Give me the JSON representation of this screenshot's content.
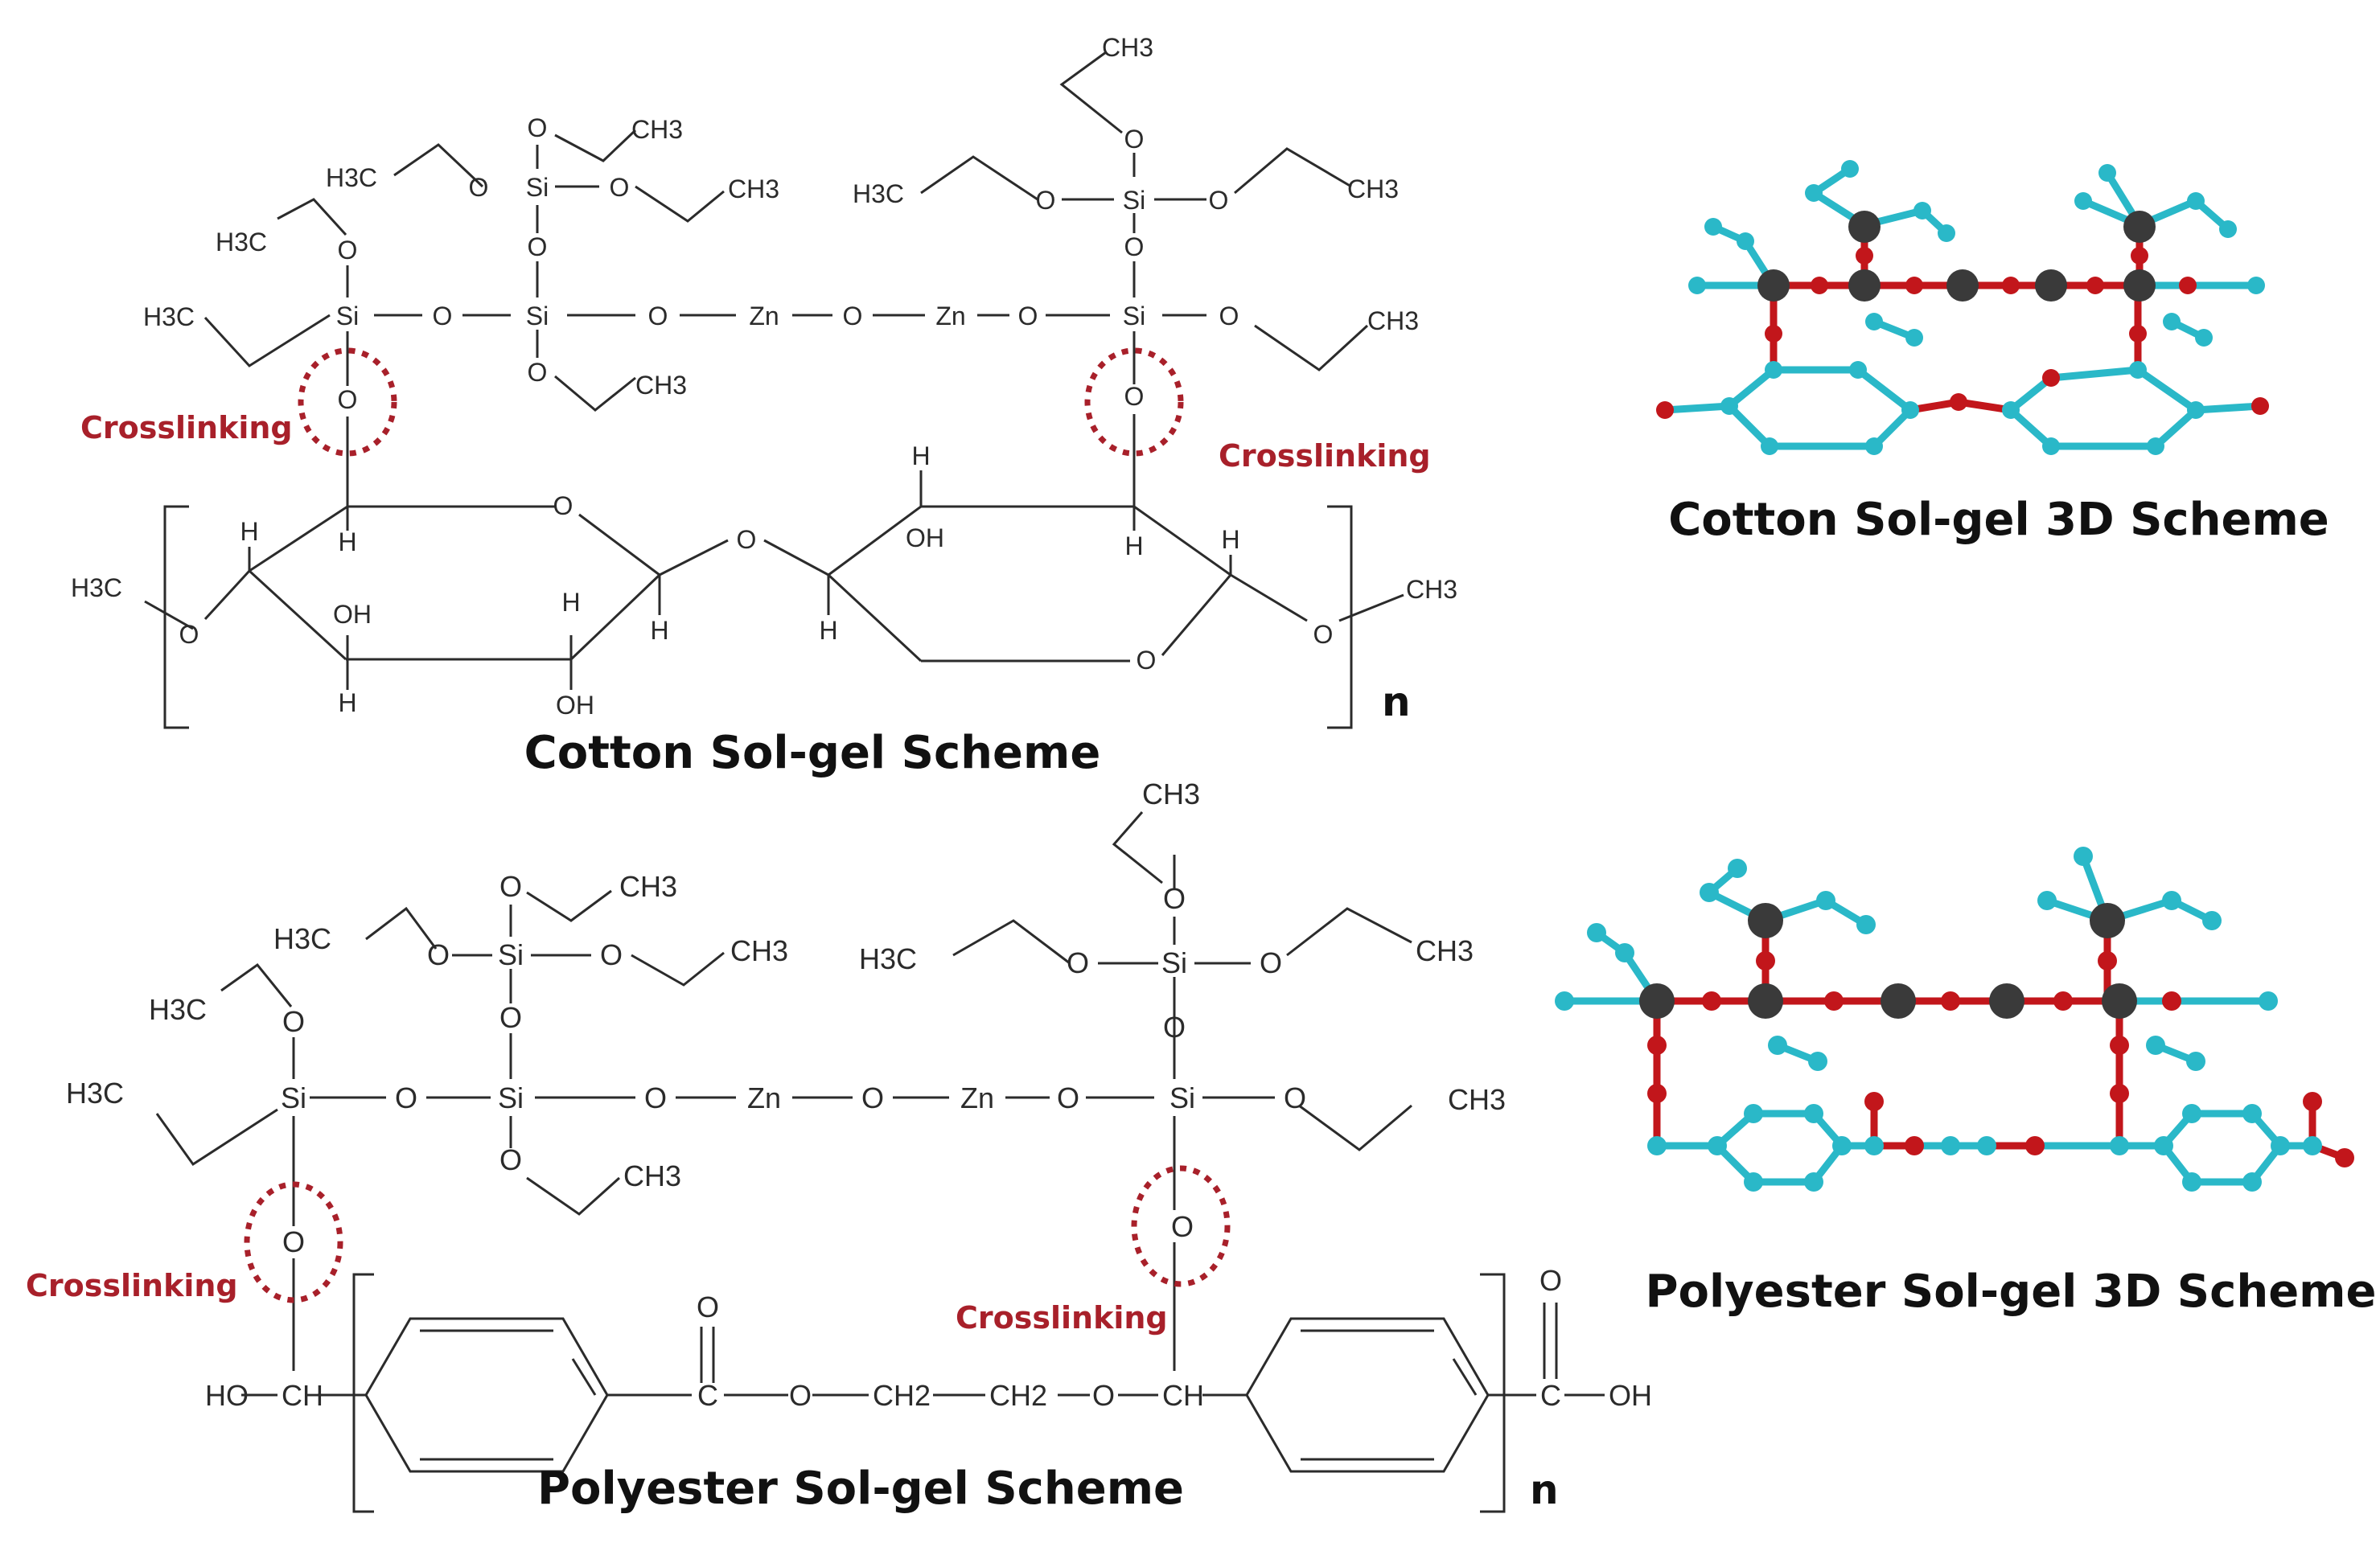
{
  "captions": {
    "cotton_2d": "Cotton Sol-gel Scheme",
    "cotton_3d": "Cotton Sol-gel  3D Scheme",
    "poly_2d": "Polyester Sol-gel Scheme",
    "poly_3d": "Polyester Sol-gel 3D Scheme"
  },
  "labels": {
    "crosslinking": "Crosslinking",
    "n": "n"
  },
  "atoms": {
    "si": "Si",
    "o": "O",
    "zn": "Zn",
    "h": "H",
    "oh": "OH",
    "ch3": "CH3",
    "h3c": "H3C",
    "ch2": "CH2",
    "ch": "CH",
    "c": "C",
    "ho": "HO"
  },
  "colors": {
    "highlight": "#a8202a",
    "carbon_3d": "#2ab8c8",
    "oxygen_3d": "#c2161b",
    "metal_3d": "#3a3a3a"
  }
}
